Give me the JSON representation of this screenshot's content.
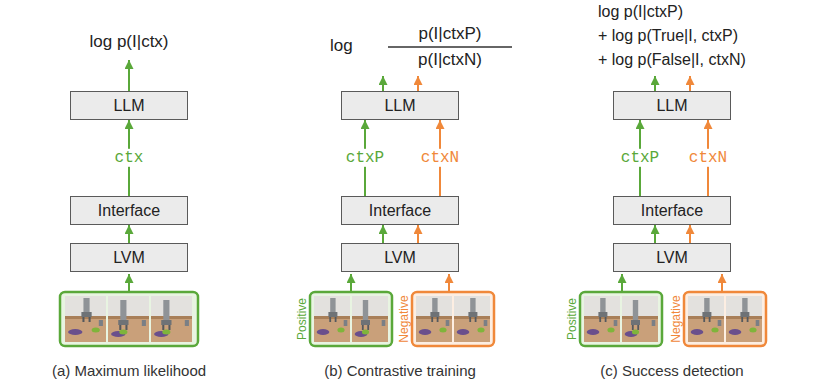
{
  "diagram": {
    "nodes": [
      {
        "text": [
          "LLM"
        ]
      },
      {
        "text": [
          "Interface"
        ]
      },
      {
        "text": [
          "LVM"
        ]
      },
      {
        "text": [
          "LLM"
        ]
      },
      {
        "text": [
          "Interface"
        ]
      },
      {
        "text": [
          "LVM"
        ]
      },
      {
        "text": [
          "LLM"
        ]
      },
      {
        "text": [
          "Interface"
        ]
      },
      {
        "text": [
          "LVM"
        ]
      }
    ],
    "edges": [
      {
        "from": 2,
        "to": 1,
        "arrow": "to"
      },
      {
        "from": 1,
        "to": 0,
        "label": "ctx",
        "arrow": "to"
      },
      {
        "from": 5,
        "to": 4,
        "arrow": "to"
      },
      {
        "from": 5,
        "to": 4,
        "arrow": "to"
      },
      {
        "from": 4,
        "to": 3,
        "label": "ctxP",
        "arrow": "to"
      },
      {
        "from": 4,
        "to": 3,
        "label": "ctxN",
        "arrow": "to"
      },
      {
        "from": 8,
        "to": 7,
        "arrow": "to"
      },
      {
        "from": 8,
        "to": 7,
        "arrow": "to"
      },
      {
        "from": 7,
        "to": 6,
        "label": "ctxP",
        "arrow": "to"
      },
      {
        "from": 7,
        "to": 6,
        "label": "ctxN",
        "arrow": "to"
      }
    ],
    "labels": [
      "log p(I|ctx)",
      "log",
      "p(I|ctxP)",
      "p(I|ctxN)",
      "log p(I|ctxP)",
      "+ log p(True|I, ctxP)",
      "+ log p(False|I, ctxN)",
      "Positive",
      "Negative",
      "Positive",
      "Negative",
      "(a) Maximum likelihood",
      "(b) Contrastive training",
      "(c) Success detection"
    ]
  }
}
